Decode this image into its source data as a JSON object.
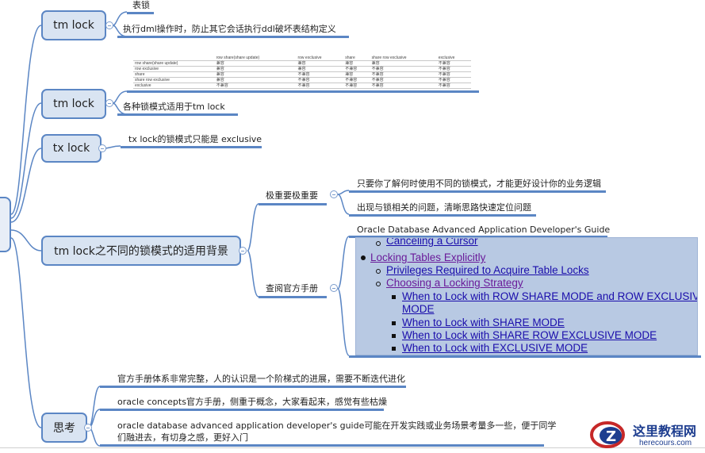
{
  "nodes": {
    "tm_lock_1": "tm lock",
    "tm_lock_2": "tm lock",
    "tx_lock": "tx lock",
    "tm_bg": "tm lock之不同的锁模式的适用背景",
    "thinking": "思考"
  },
  "leaves": {
    "table_lock": "表锁",
    "dml_protect": "执行dml操作时，防止其它会话执行ddl破坏表结构定义",
    "modes_apply": "各种锁模式适用于tm lock",
    "tx_exclusive": "tx lock的锁模式只能是 exclusive",
    "important": "极重要极重要",
    "design_logic": "只要你了解何时使用不同的锁模式，才能更好设计你的业务逻辑",
    "locate_issue": "出现与锁相关的问题，清晰思路快速定位问题",
    "consult_docs": "查阅官方手册",
    "guide_title": "Oracle Database Advanced Application Developer's Guide",
    "think_1": "官方手册体系非常完整，人的认识是一个阶梯式的进展，需要不断迭代进化",
    "think_2": "oracle concepts官方手册，侧重于概念，大家看起来，感觉有些枯燥",
    "think_3_line1": "oracle database advanced application developer's guide可能在开发实践或业务场景考量多一些，便于同学",
    "think_3_line2": "们融进去，有切身之感，更好入门"
  },
  "mode_table": {
    "header": [
      "",
      "row share(share update)",
      "row exclusive",
      "share",
      "share row exclusive",
      "exclusive"
    ],
    "rows": [
      [
        "row share(share update)",
        "兼容",
        "兼容",
        "兼容",
        "兼容",
        "不兼容"
      ],
      [
        "row exclusive",
        "兼容",
        "兼容",
        "不兼容",
        "不兼容",
        "不兼容"
      ],
      [
        "share",
        "兼容",
        "不兼容",
        "兼容",
        "不兼容",
        "不兼容"
      ],
      [
        "share row exclusive",
        "兼容",
        "不兼容",
        "不兼容",
        "不兼容",
        "不兼容"
      ],
      [
        "exclusive",
        "不兼容",
        "不兼容",
        "不兼容",
        "不兼容",
        "不兼容"
      ]
    ]
  },
  "doc_links": {
    "cancel": "Canceling a Cursor",
    "locking_tables": "Locking Tables Explicitly",
    "privileges": "Privileges Required to Acquire Table Locks",
    "choosing": "Choosing a Locking Strategy",
    "row_share_1": "When to Lock with ROW SHARE MODE and ROW EXCLUSIVE",
    "row_share_2": "MODE",
    "share_mode": "When to Lock with SHARE MODE",
    "share_row_excl": "When to Lock with SHARE ROW EXCLUSIVE MODE",
    "exclusive_mode": "When to Lock with EXCLUSIVE MODE"
  },
  "watermark": {
    "title": "这里教程网",
    "url": "herecours.com"
  },
  "colors": {
    "node_fill": "#d9e4f2",
    "node_border": "#5b86c4",
    "line": "#5b86c4",
    "panel": "#b8c9e3",
    "link": "#1a0dab",
    "visited": "#6a1b9a"
  }
}
